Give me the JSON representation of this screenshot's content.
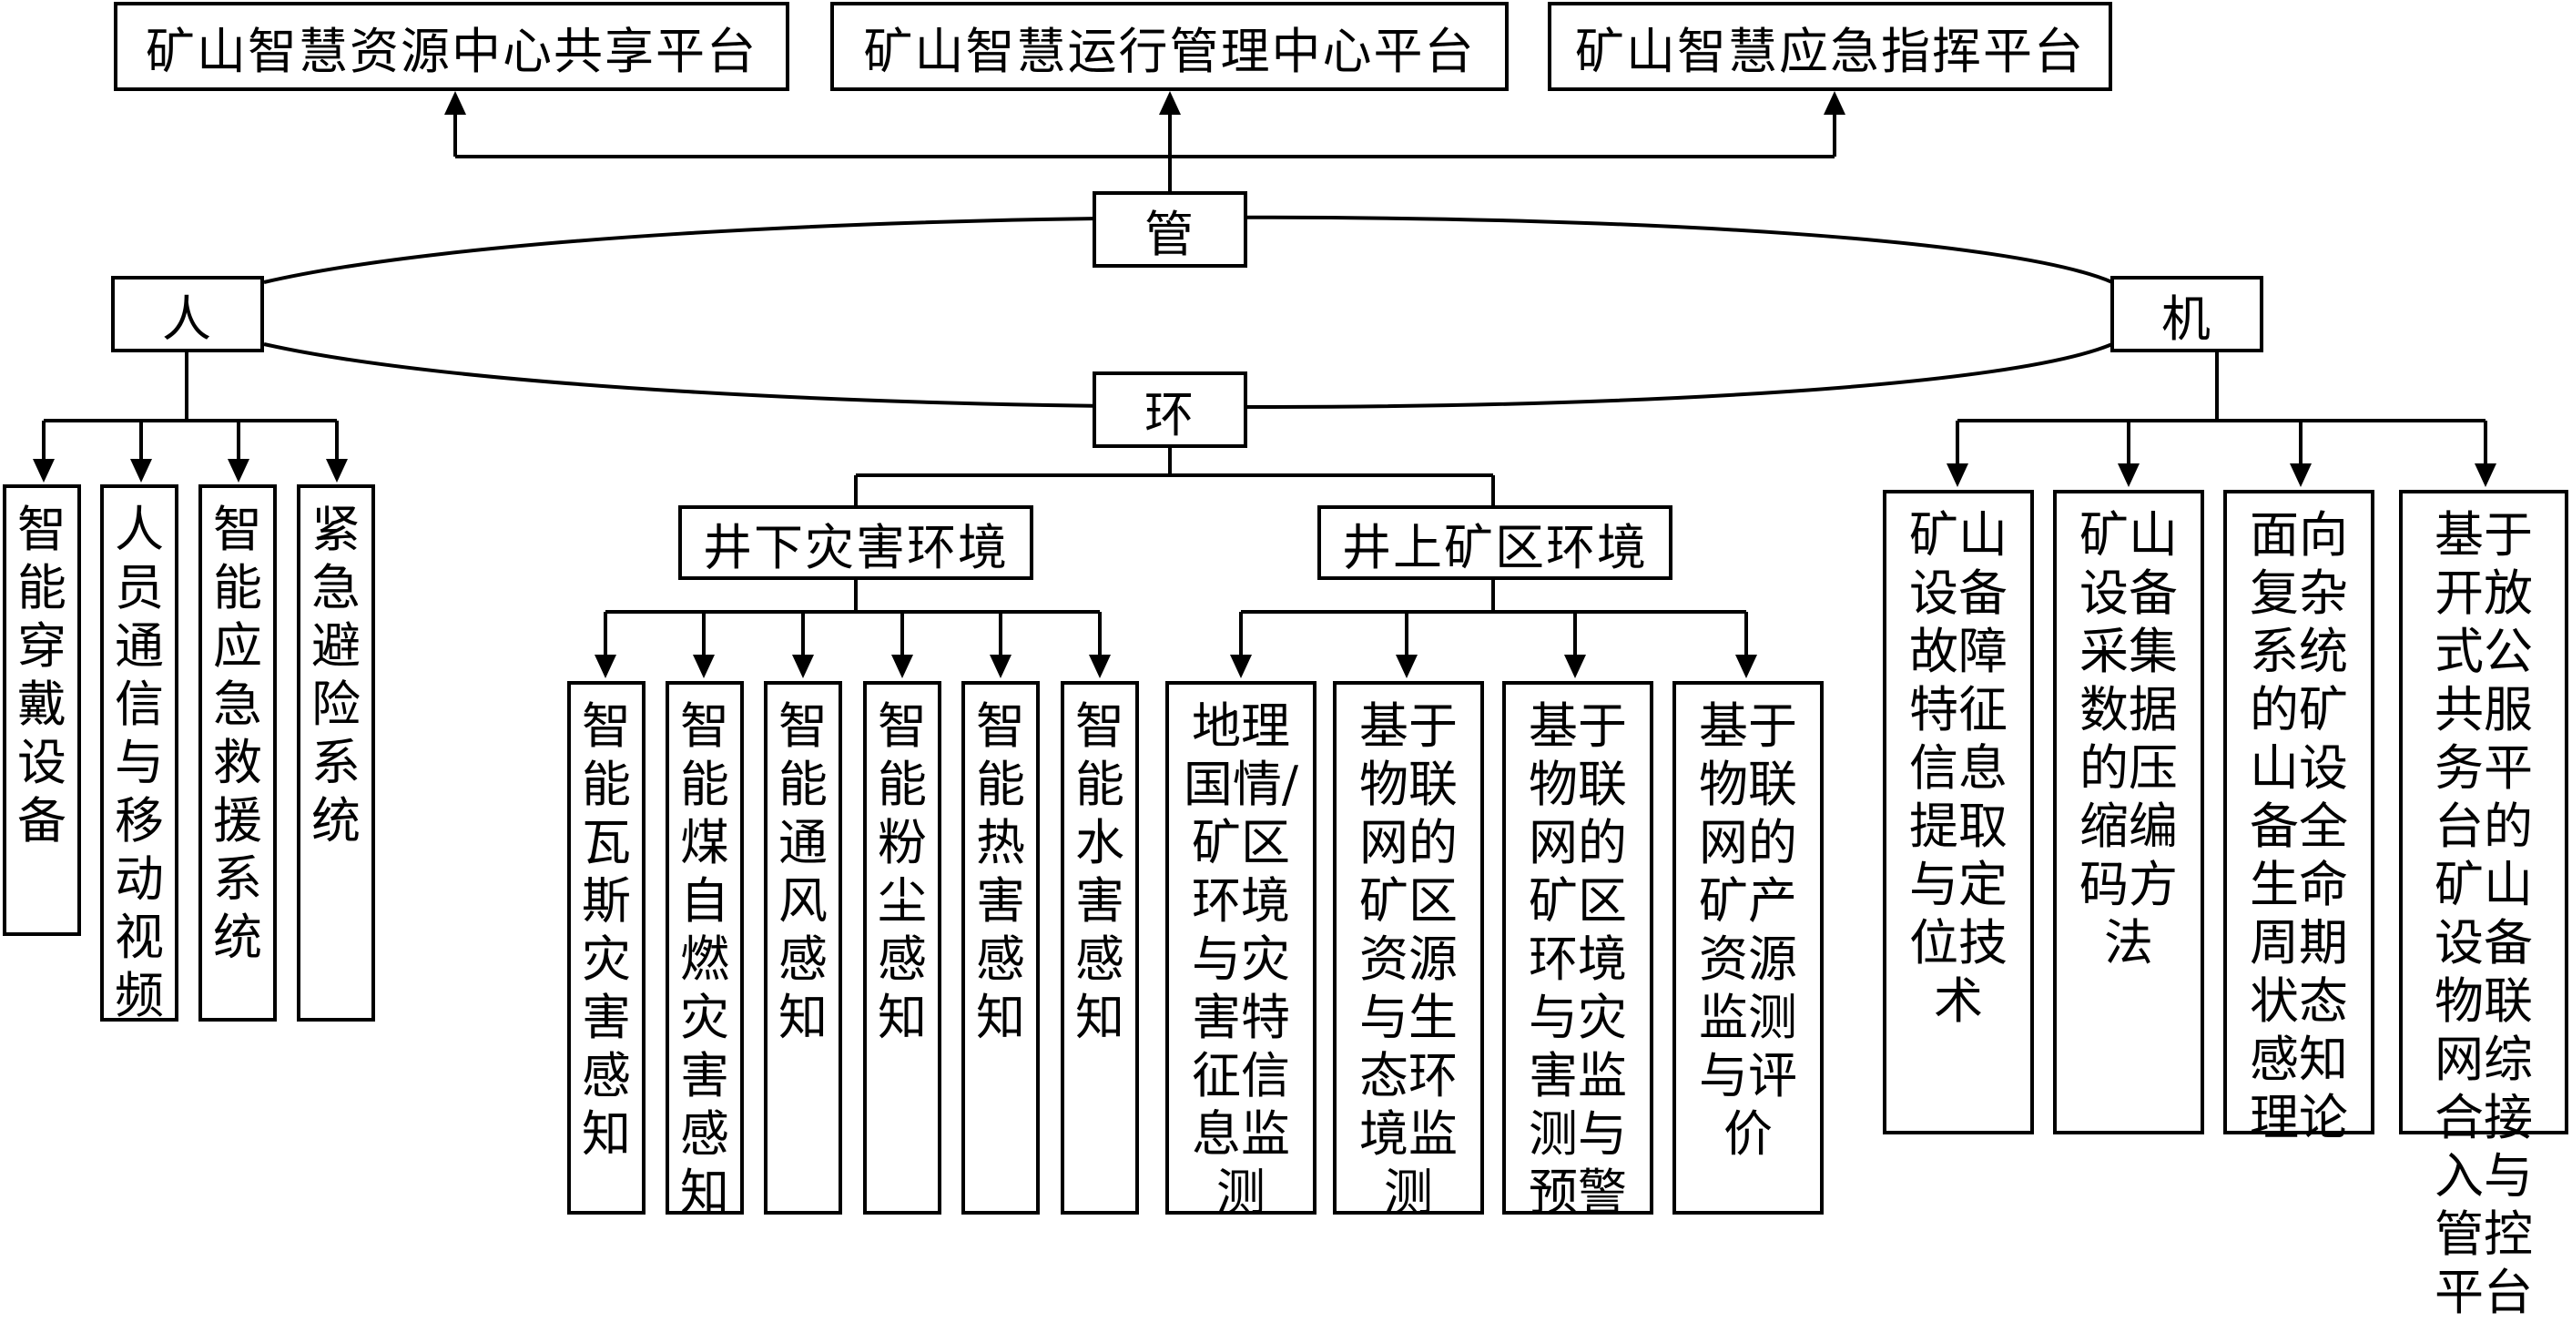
{
  "top": {
    "platform_resource": "矿山智慧资源中心共享平台",
    "platform_ops": "矿山智慧运行管理中心平台",
    "platform_emergency": "矿山智慧应急指挥平台"
  },
  "core": {
    "manage": "管",
    "person": "人",
    "machine": "机",
    "environment": "环"
  },
  "person_items": [
    "智能穿戴设备",
    "人员通信与移动视频",
    "智能应急救援系统",
    "紧急避险系统"
  ],
  "env": {
    "underground": "井下灾害环境",
    "surface": "井上矿区环境",
    "underground_items": [
      "智能瓦斯灾害感知",
      "智能煤自燃灾害感知",
      "智能通风感知",
      "智能粉尘感知",
      "智能热害感知",
      "智能水害感知"
    ],
    "surface_items": [
      "地理国情/矿区环境与灾害特征信息监测",
      "基于物联网的矿区资源与生态环境监测",
      "基于物联网的矿区环境与灾害监测与预警",
      "基于物联网的矿产资源监测与评价"
    ]
  },
  "machine_items": [
    "矿山设备故障特征信息提取与定位技术",
    "矿山设备采集数据的压缩编码方法",
    "面向复杂系统的矿山设备全生命周期状态感知理论",
    "基于开放式公共服务平台的矿山设备物联网综合接入与管控平台"
  ]
}
